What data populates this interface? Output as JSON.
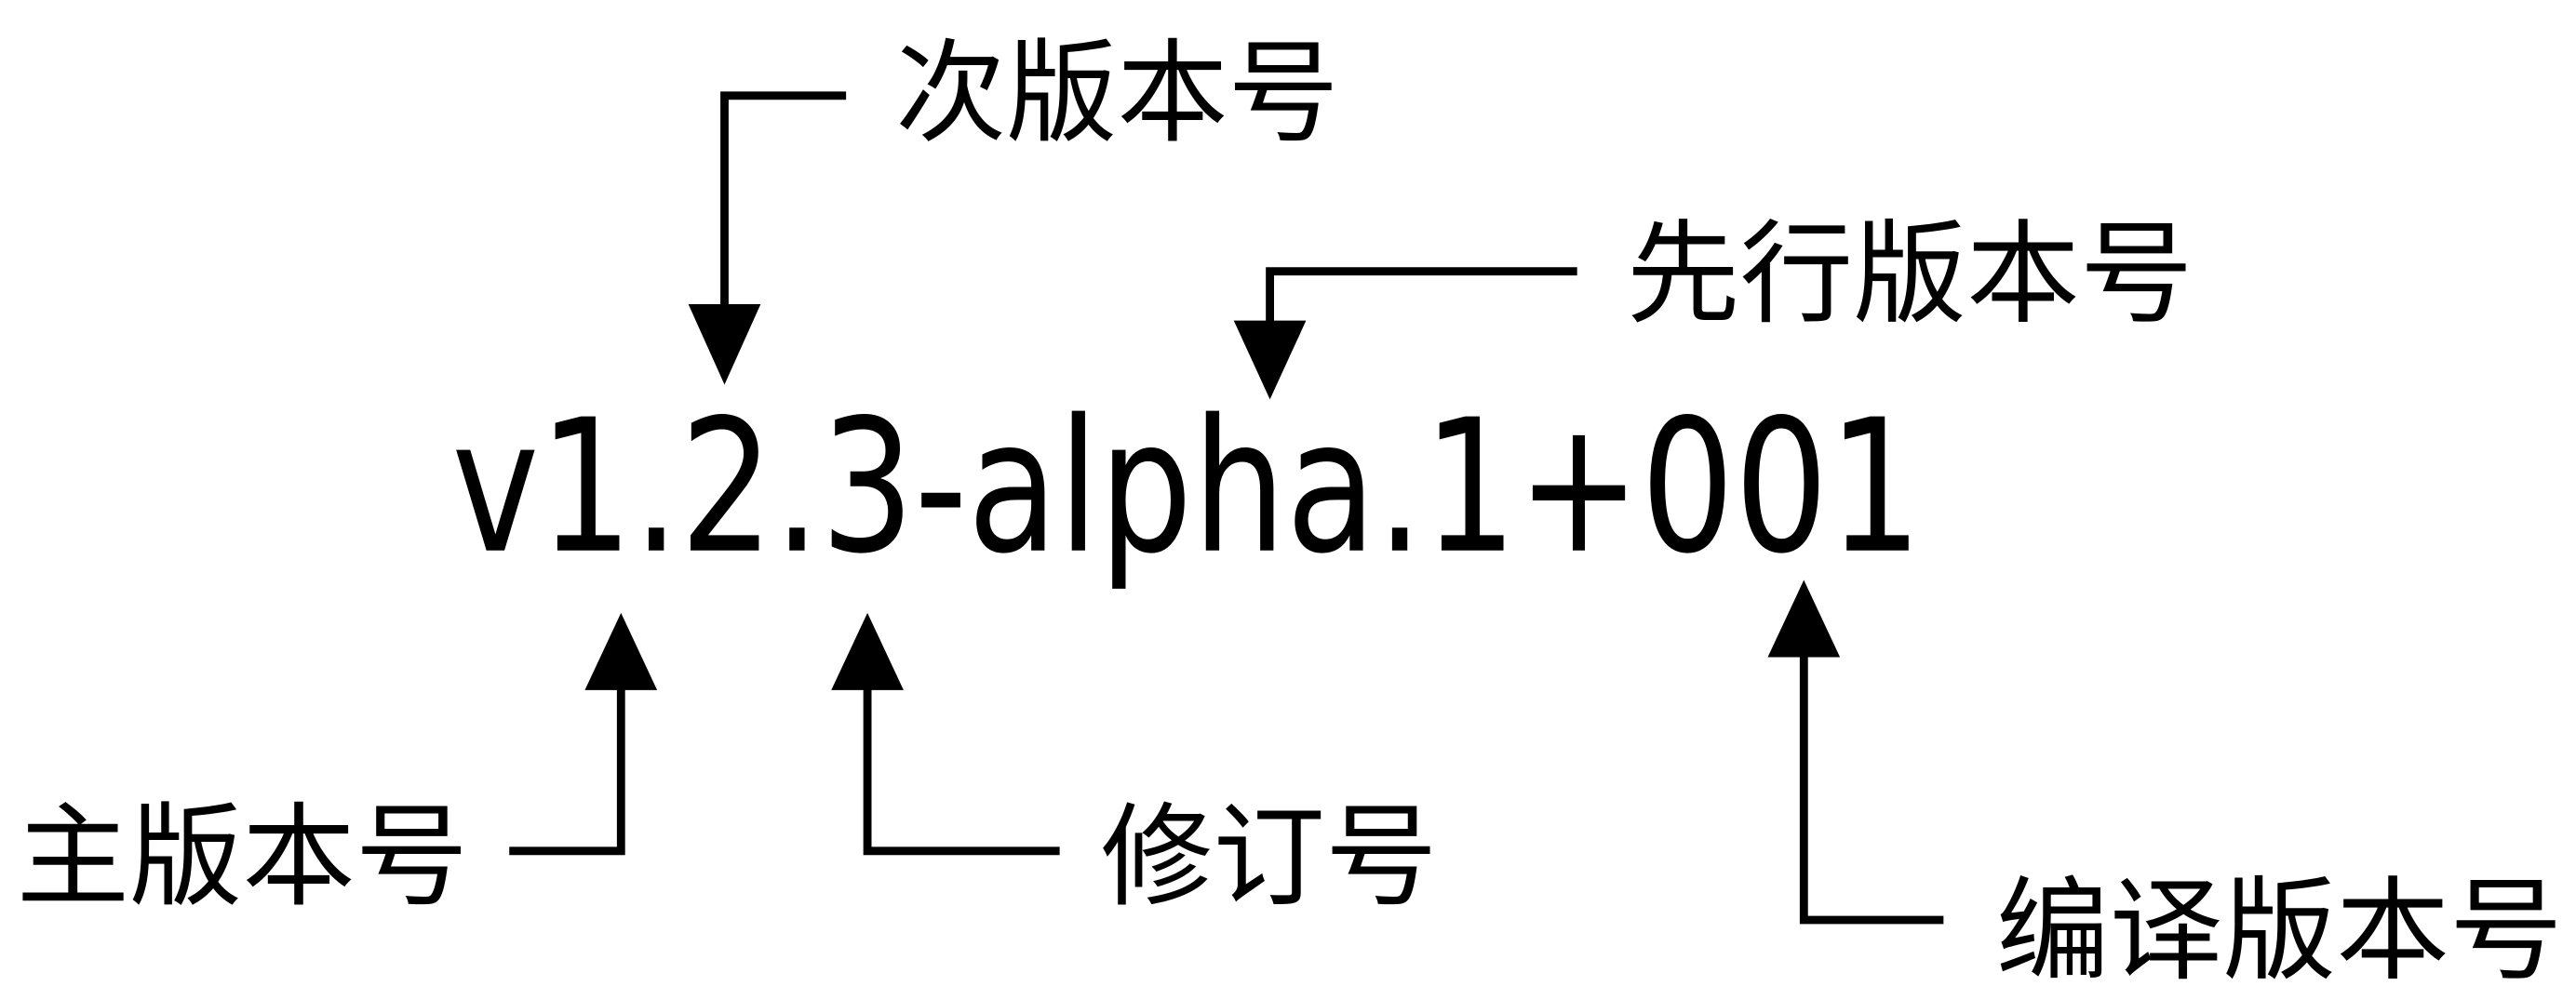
{
  "version_string": "v1.2.3-alpha.1+001",
  "labels": {
    "minor": "次版本号",
    "prerelease": "先行版本号",
    "major": "主版本号",
    "patch": "修订号",
    "build": "编译版本号"
  },
  "colors": {
    "foreground": "#000000",
    "background": "#ffffff"
  }
}
